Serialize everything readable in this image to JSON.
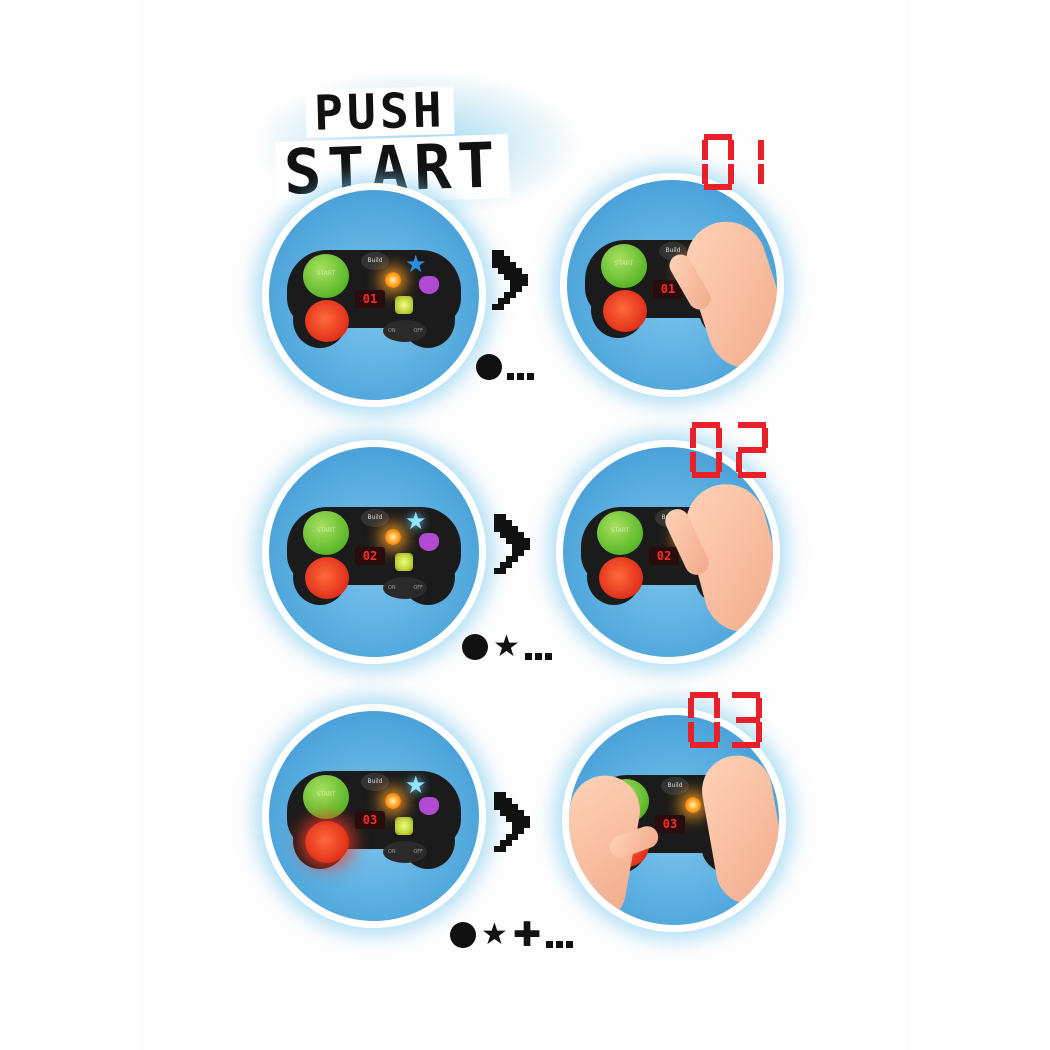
{
  "title": {
    "line1": "PUSH",
    "line2": "START"
  },
  "colors": {
    "circle_blue": "#5aaee0",
    "glow": "#78c8ec",
    "counter_red": "#e8202a",
    "symbol_black": "#111111",
    "button_green": "#5cb82a",
    "button_red": "#e0301a",
    "button_orange": "#ffa020",
    "button_blue_star": "#2a8de0",
    "button_purple_triangle": "#b04ad0",
    "button_yellow_square": "#b8c830"
  },
  "controller": {
    "start_label": "START",
    "mode_label": "Build",
    "switch_on": "ON",
    "switch_off": "OFF"
  },
  "steps": [
    {
      "counter": "01",
      "display": "01",
      "sequence": [
        "circle"
      ],
      "before": "controller lights up orange button",
      "after": "hand presses orange button"
    },
    {
      "counter": "02",
      "display": "02",
      "sequence": [
        "circle",
        "star"
      ],
      "before": "controller lights orange then blue star",
      "after": "hand presses orange and star buttons"
    },
    {
      "counter": "03",
      "display": "03",
      "sequence": [
        "circle",
        "star",
        "plus"
      ],
      "before": "controller lights orange, blue star, red plus",
      "after": "two hands press buttons"
    }
  ],
  "ellipsis": "..."
}
